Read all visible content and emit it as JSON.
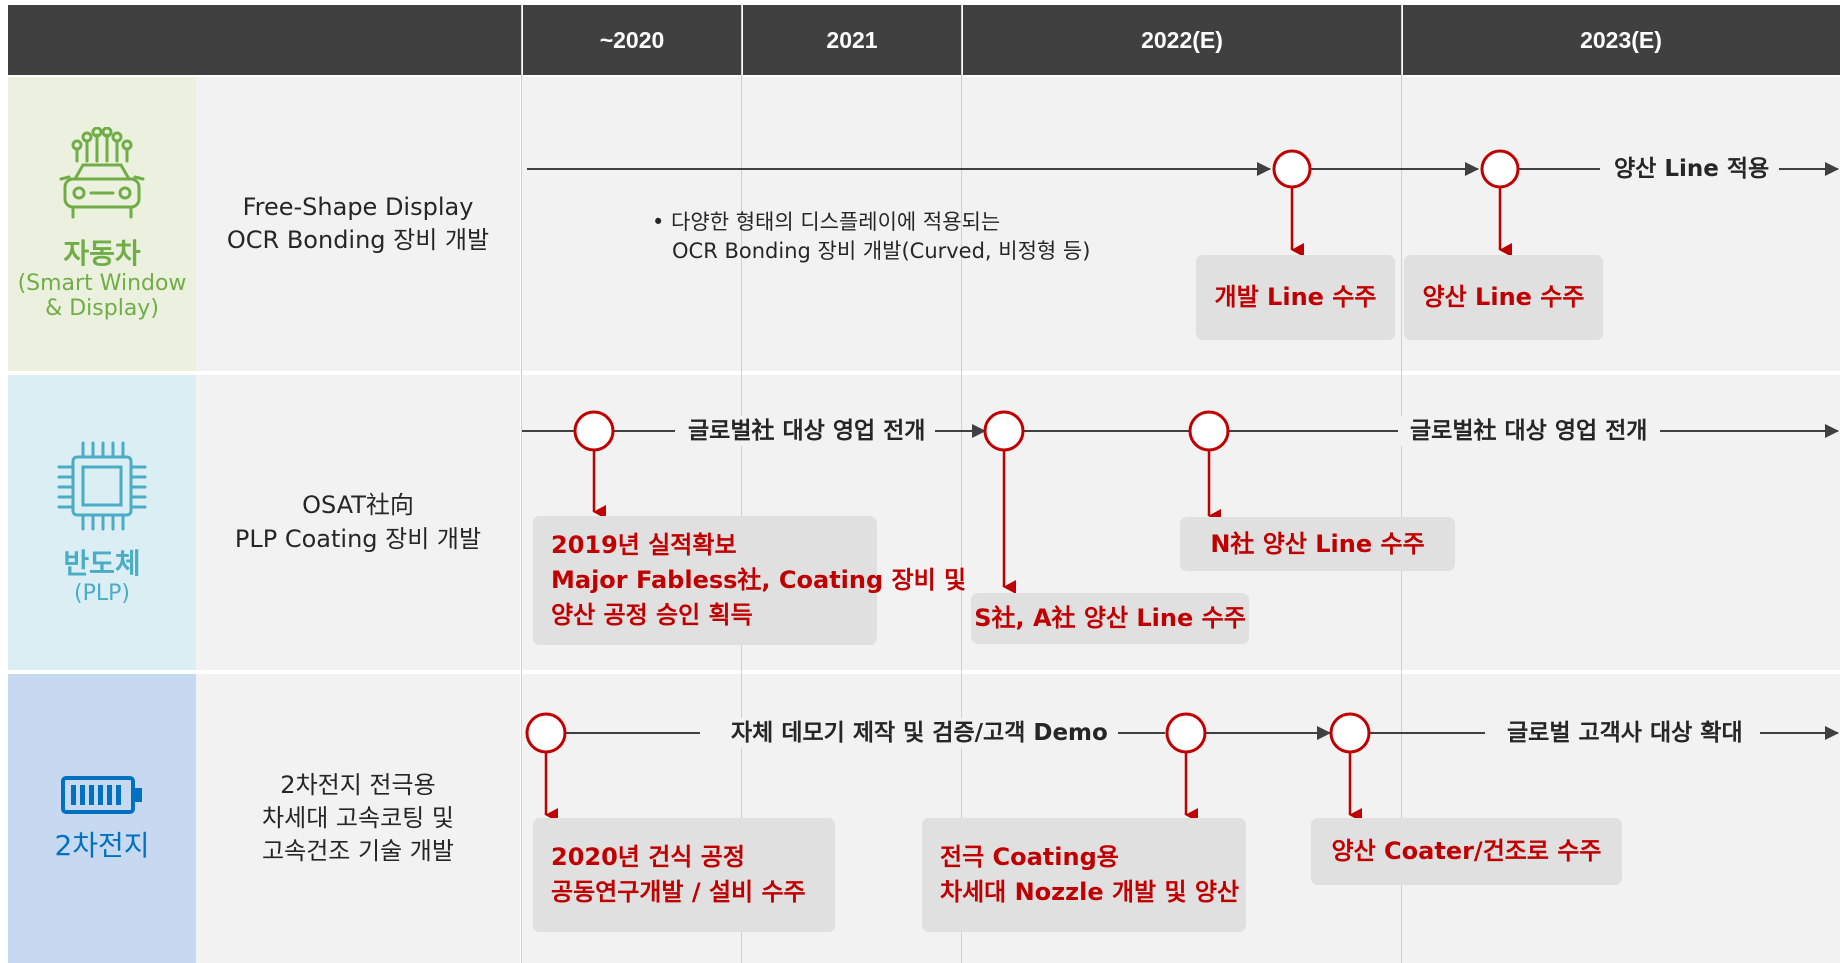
{
  "header": {
    "years": [
      "~2020",
      "2021",
      "2022(E)",
      "2023(E)"
    ]
  },
  "colors": {
    "header_bg": "#404040",
    "auto_bg": "#ebf1de",
    "auto_text": "#70ad47",
    "semi_bg": "#dbeef4",
    "semi_text": "#4bacc6",
    "battery_bg": "#c6d9f1",
    "battery_text": "#0070c0",
    "accent_red": "#c00000"
  },
  "rows": [
    {
      "category": "자동차",
      "category_sub": [
        "(Smart Window",
        "& Display)"
      ],
      "icon": "car-chip-icon",
      "description": [
        "Free-Shape Display",
        "OCR Bonding 장비 개발"
      ],
      "note": [
        "• 다양한 형태의 디스플레이에 적용되는",
        "OCR Bonding 장비 개발(Curved, 비정형 등)"
      ],
      "line_label": "양산 Line 적용",
      "boxes": [
        [
          "개발 Line 수주"
        ],
        [
          "양산 Line  수주"
        ]
      ]
    },
    {
      "category": "반도체",
      "category_sub": [
        "(PLP)"
      ],
      "icon": "semiconductor-chip-icon",
      "description": [
        "OSAT社向",
        "PLP Coating 장비 개발"
      ],
      "line_labels": [
        "글로벌社 대상 영업 전개",
        "글로벌社 대상 영업 전개"
      ],
      "boxes": [
        [
          "2019년 실적확보",
          "Major Fabless社, Coating 장비 및",
          "양산 공정  승인 획득"
        ],
        [
          "N社 양산 Line 수주"
        ],
        [
          "S社, A社 양산 Line 수주"
        ]
      ]
    },
    {
      "category": "2차전지",
      "category_sub": [],
      "icon": "battery-icon",
      "description": [
        "2차전지 전극용",
        "차세대 고속코팅 및",
        "고속건조 기술 개발"
      ],
      "line_labels": [
        "자체 데모기 제작 및 검증/고객 Demo",
        "글로벌 고객사 대상 확대"
      ],
      "boxes": [
        [
          "2020년 건식 공정",
          "공동연구개발 / 설비 수주"
        ],
        [
          "전극 Coating용",
          "차세대 Nozzle 개발 및 양산"
        ],
        [
          "양산 Coater/건조로 수주"
        ]
      ]
    }
  ]
}
